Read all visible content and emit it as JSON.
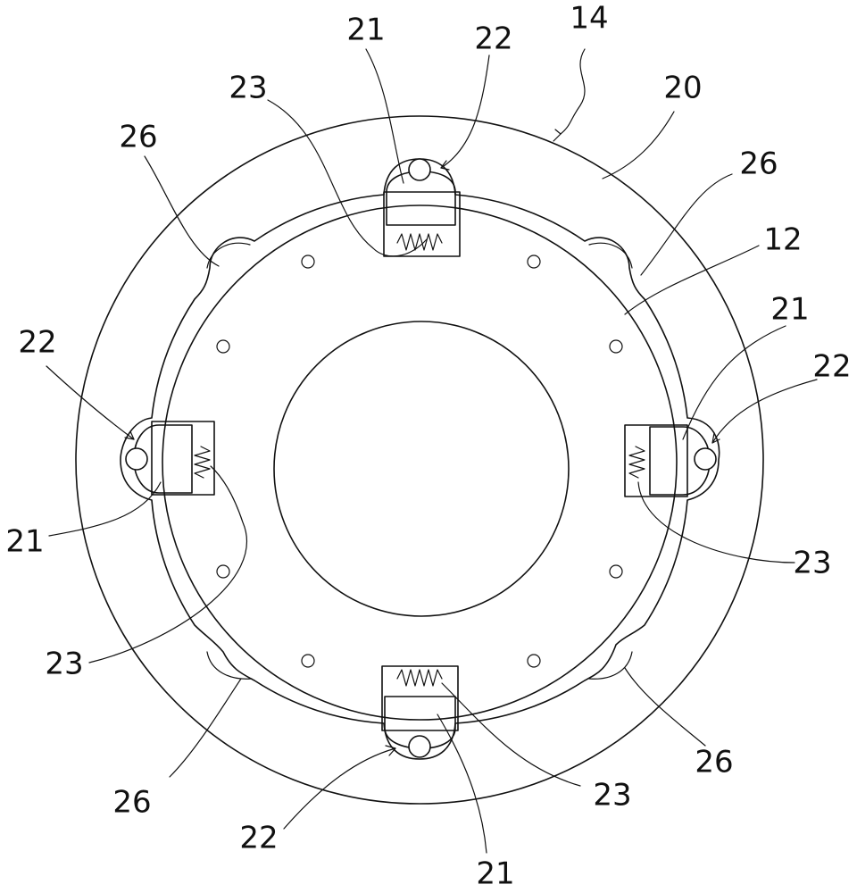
{
  "labels": {
    "assembly": "14",
    "outer_ring": "20",
    "inner_plate": "12",
    "pawl": "21",
    "ball": "22",
    "spring": "23",
    "recess": "26"
  }
}
